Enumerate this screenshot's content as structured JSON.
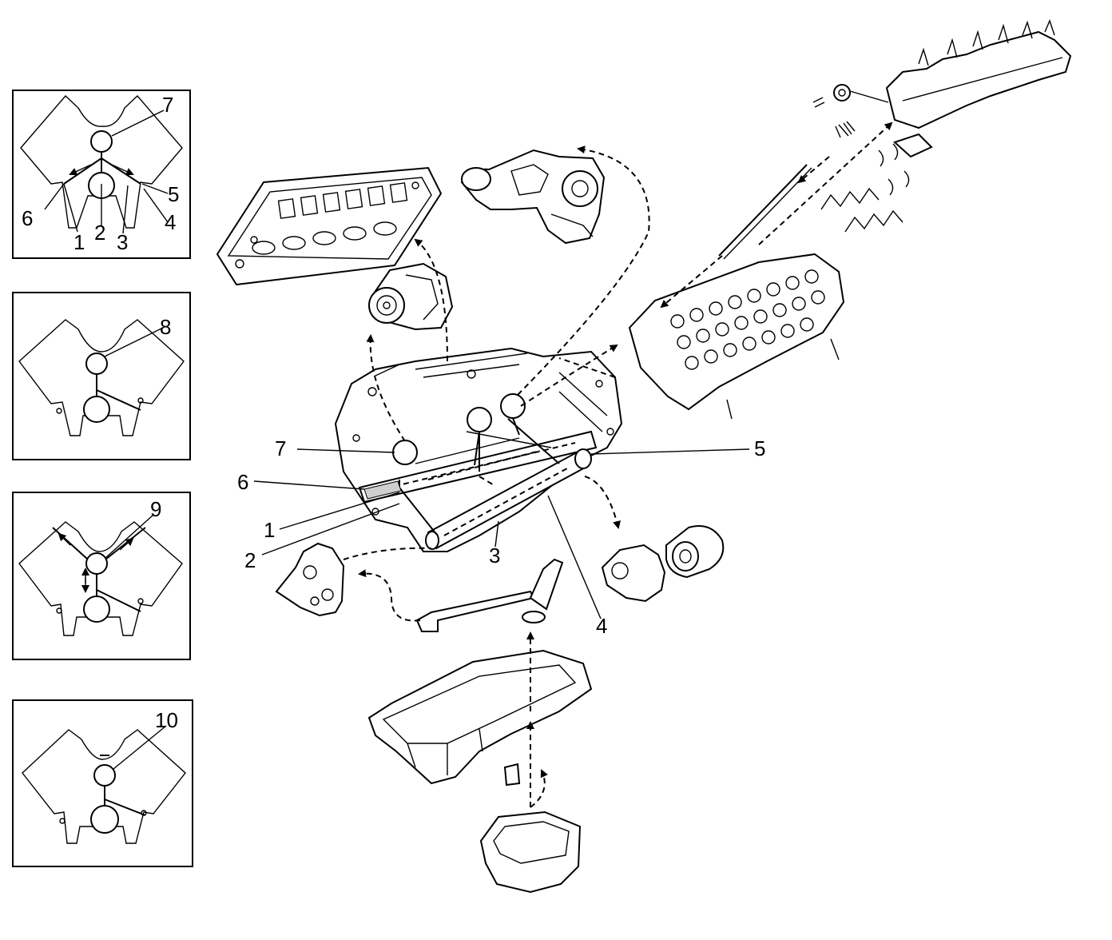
{
  "inset_panels": [
    {
      "id": "panel-1",
      "labels": [
        "7",
        "6",
        "5",
        "4",
        "1",
        "2",
        "3"
      ]
    },
    {
      "id": "panel-2",
      "labels": [
        "8"
      ]
    },
    {
      "id": "panel-3",
      "labels": [
        "9"
      ]
    },
    {
      "id": "panel-4",
      "labels": [
        "10"
      ]
    }
  ],
  "main_callouts": [
    "7",
    "6",
    "1",
    "2",
    "3",
    "4",
    "5"
  ],
  "icons": {
    "arrow": "arrow-icon",
    "bearing": "bearing-ring-icon"
  }
}
